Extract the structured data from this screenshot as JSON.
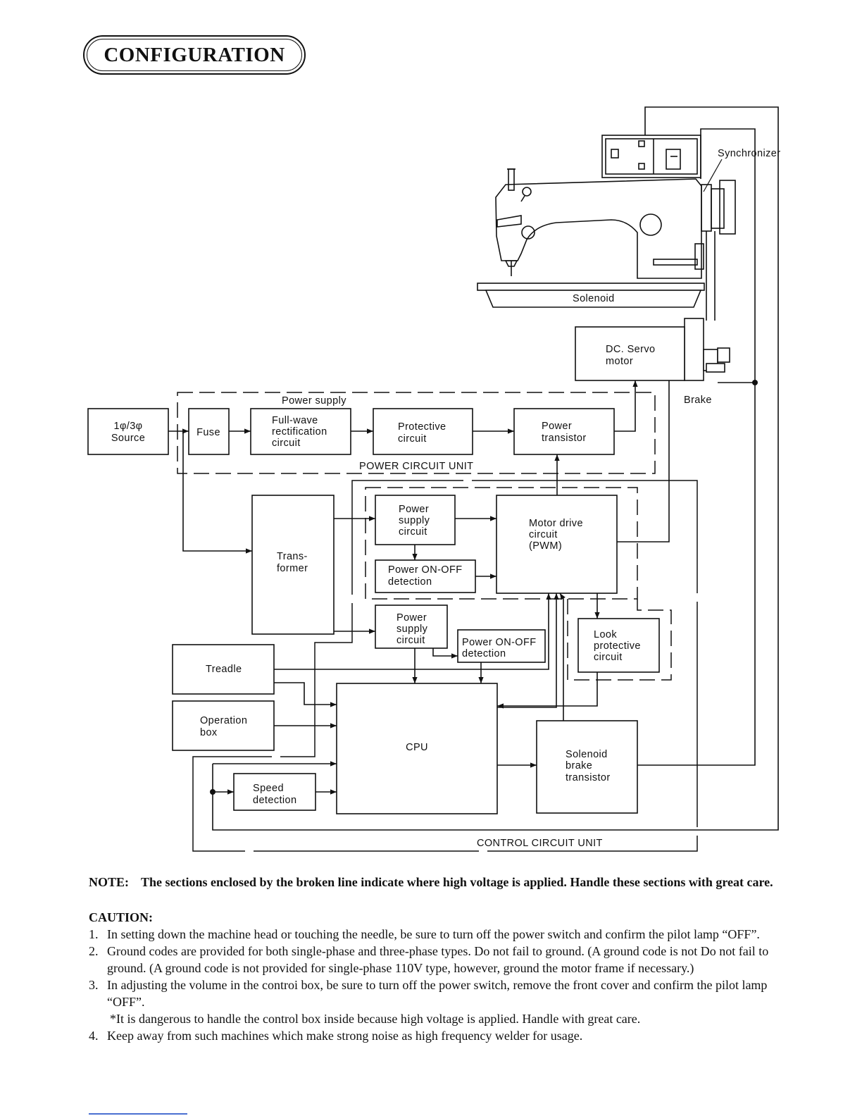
{
  "section_title": "CONFIGURATION",
  "labels": {
    "synchronizer": "Synchronizer",
    "solenoid": "Solenoid",
    "brake": "Brake",
    "power_supply": "Power supply",
    "power_circuit_unit": "POWER CIRCUIT UNIT",
    "control_circuit_unit": "CONTROL CIRCUIT UNIT"
  },
  "blocks": {
    "source": [
      "1φ/3φ",
      "Source"
    ],
    "fuse": [
      "Fuse"
    ],
    "rectifier": [
      "Full-wave",
      "rectification",
      "circuit"
    ],
    "protective": [
      "Protective",
      "circuit"
    ],
    "power_transistor": [
      "Power",
      "transistor"
    ],
    "servo_motor": [
      "DC. Servo",
      "motor"
    ],
    "transformer": [
      "Trans-",
      "former"
    ],
    "power_supply_1": [
      "Power",
      "supply",
      "circuit"
    ],
    "onoff_1": [
      "Power ON-OFF",
      "detection"
    ],
    "motor_drive": [
      "Motor drive",
      "circuit",
      "(PWM)"
    ],
    "power_supply_2": [
      "Power",
      "supply",
      "circuit"
    ],
    "onoff_2": [
      "Power ON-OFF",
      "detection"
    ],
    "lock_protective": [
      "Look",
      "protective",
      "circuit"
    ],
    "treadle": [
      "Treadle"
    ],
    "operation_box": [
      "Operation",
      "box"
    ],
    "cpu": [
      "CPU"
    ],
    "speed_detection": [
      "Speed",
      "detection"
    ],
    "solenoid_brake": [
      "Solenoid",
      "brake",
      "transistor"
    ]
  },
  "note": {
    "label": "NOTE:",
    "text": "The sections enclosed by the broken line indicate where high voltage is applied. Handle these sections with great care."
  },
  "caution": {
    "heading": "CAUTION:",
    "items": [
      {
        "num": "1.",
        "text": "In setting down the machine head or touching the needle, be sure to turn off the power switch and confirm the pilot lamp “OFF”.",
        "extra": ""
      },
      {
        "num": "2.",
        "text": "Ground codes are provided for both single-phase and three-phase types. Do not fail to ground. (A ground code is not Do not fail to ground. (A ground code is not provided for single-phase 110V type, however, ground the motor frame if necessary.)",
        "extra": ""
      },
      {
        "num": "3.",
        "text": "In adjusting the volume in the controi box, be sure to turn off the power switch, remove the front cover and confirm the pilot lamp “OFF”.",
        "extra": "*It is dangerous to handle the control box inside because high voltage is applied. Handle with great care."
      },
      {
        "num": "4.",
        "text": "Keep away from such machines which make strong noise as high frequency welder for usage.",
        "extra": ""
      }
    ]
  }
}
